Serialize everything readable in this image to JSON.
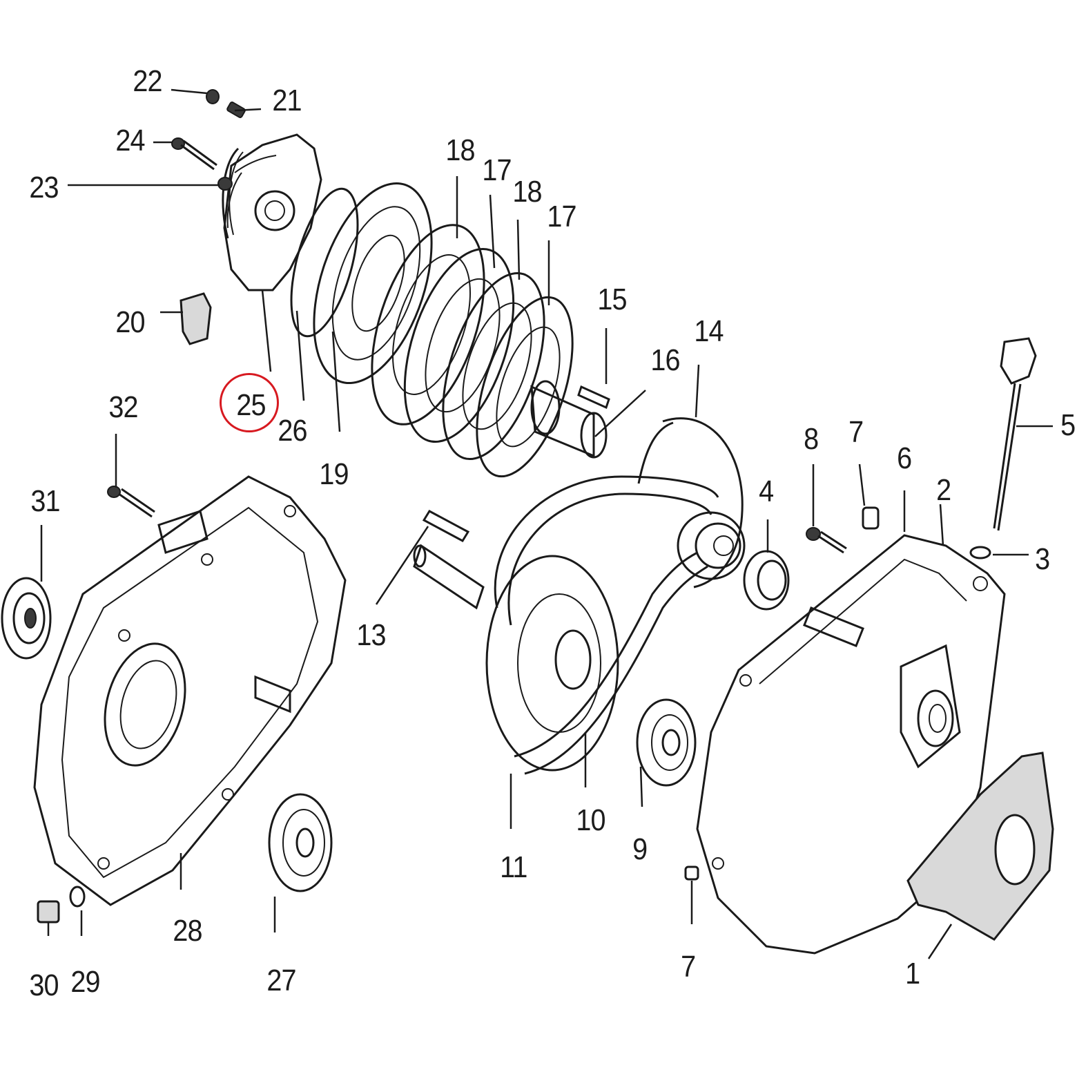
{
  "diagram": {
    "highlight_color": "#d71920",
    "highlighted_part": "25",
    "callouts": [
      {
        "id": "22",
        "text": "22"
      },
      {
        "id": "21",
        "text": "21"
      },
      {
        "id": "24",
        "text": "24"
      },
      {
        "id": "23",
        "text": "23"
      },
      {
        "id": "20",
        "text": "20"
      },
      {
        "id": "25",
        "text": "25"
      },
      {
        "id": "26",
        "text": "26"
      },
      {
        "id": "19",
        "text": "19"
      },
      {
        "id": "18a",
        "text": "18"
      },
      {
        "id": "17a",
        "text": "17"
      },
      {
        "id": "18b",
        "text": "18"
      },
      {
        "id": "17b",
        "text": "17"
      },
      {
        "id": "15",
        "text": "15"
      },
      {
        "id": "16",
        "text": "16"
      },
      {
        "id": "14",
        "text": "14"
      },
      {
        "id": "32",
        "text": "32"
      },
      {
        "id": "31",
        "text": "31"
      },
      {
        "id": "13",
        "text": "13"
      },
      {
        "id": "8",
        "text": "8"
      },
      {
        "id": "7a",
        "text": "7"
      },
      {
        "id": "6",
        "text": "6"
      },
      {
        "id": "2",
        "text": "2"
      },
      {
        "id": "5",
        "text": "5"
      },
      {
        "id": "4",
        "text": "4"
      },
      {
        "id": "3",
        "text": "3"
      },
      {
        "id": "11",
        "text": "11"
      },
      {
        "id": "10",
        "text": "10"
      },
      {
        "id": "9",
        "text": "9"
      },
      {
        "id": "28",
        "text": "28"
      },
      {
        "id": "27",
        "text": "27"
      },
      {
        "id": "30",
        "text": "30"
      },
      {
        "id": "29",
        "text": "29"
      },
      {
        "id": "7b",
        "text": "7"
      },
      {
        "id": "1",
        "text": "1"
      }
    ]
  }
}
